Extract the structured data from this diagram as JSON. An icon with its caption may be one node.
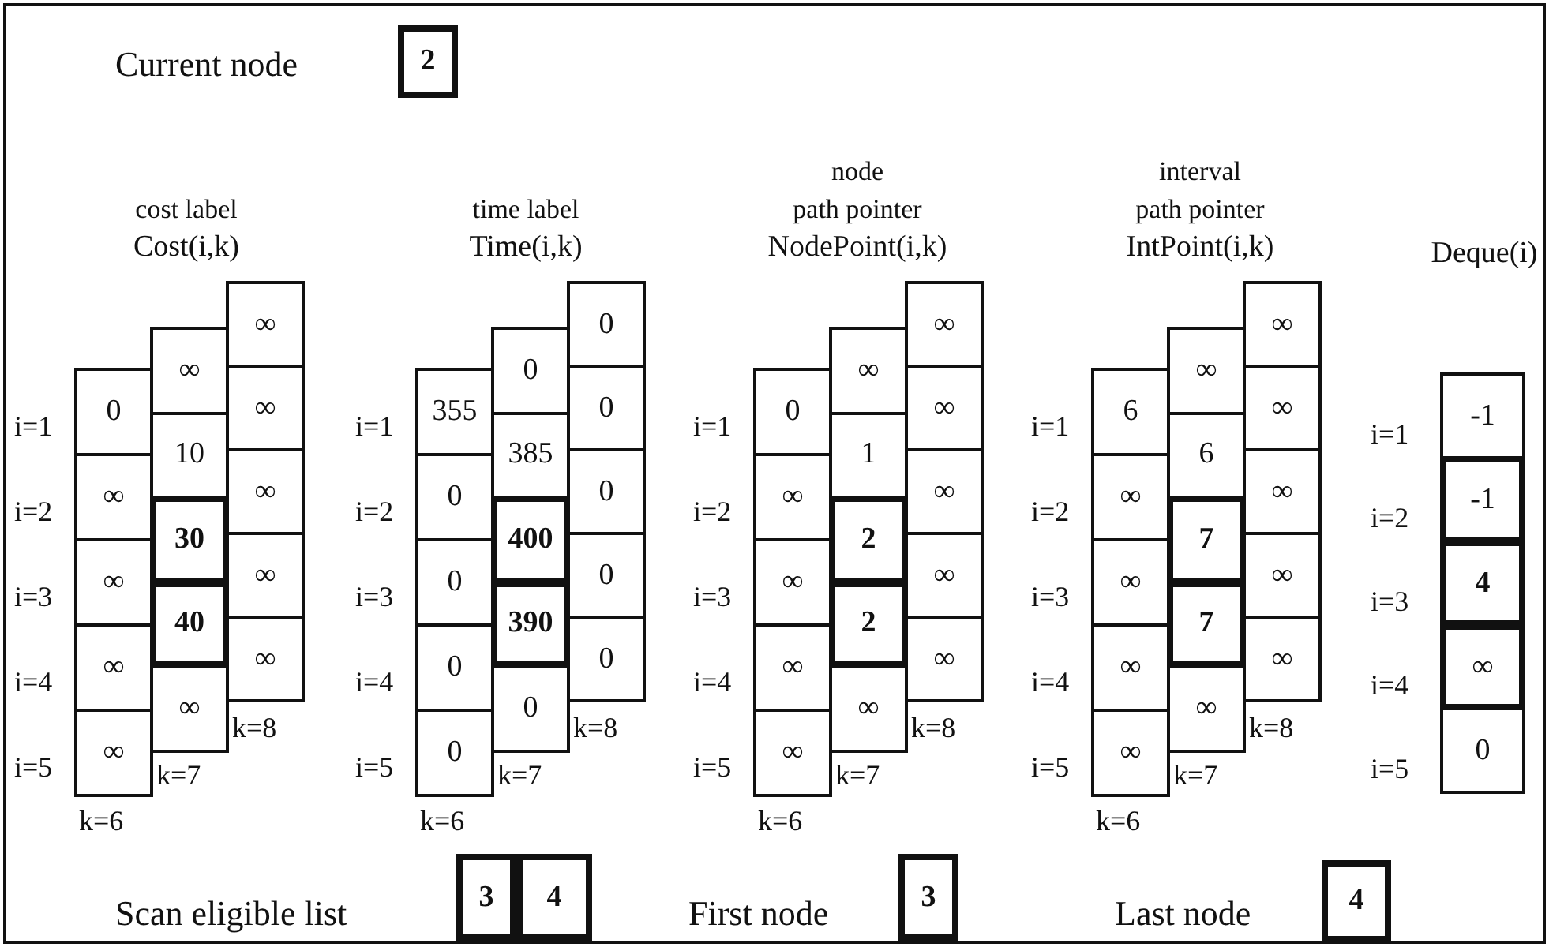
{
  "diagram": {
    "nodes": [
      {
        "text": [
          "2"
        ]
      },
      {
        "text": [
          "0"
        ]
      },
      {
        "text": [
          "∞"
        ]
      },
      {
        "text": [
          "∞"
        ]
      },
      {
        "text": [
          "∞"
        ]
      },
      {
        "text": [
          "∞"
        ]
      },
      {
        "text": [
          "∞"
        ]
      },
      {
        "text": [
          "10"
        ]
      },
      {
        "text": [
          "30"
        ]
      },
      {
        "text": [
          "40"
        ]
      },
      {
        "text": [
          "∞"
        ]
      },
      {
        "text": [
          "∞"
        ]
      },
      {
        "text": [
          "∞"
        ]
      },
      {
        "text": [
          "∞"
        ]
      },
      {
        "text": [
          "∞"
        ]
      },
      {
        "text": [
          "∞"
        ]
      },
      {
        "text": [
          "355"
        ]
      },
      {
        "text": [
          "0"
        ]
      },
      {
        "text": [
          "0"
        ]
      },
      {
        "text": [
          "0"
        ]
      },
      {
        "text": [
          "0"
        ]
      },
      {
        "text": [
          "0"
        ]
      },
      {
        "text": [
          "385"
        ]
      },
      {
        "text": [
          "400"
        ]
      },
      {
        "text": [
          "390"
        ]
      },
      {
        "text": [
          "0"
        ]
      },
      {
        "text": [
          "0"
        ]
      },
      {
        "text": [
          "0"
        ]
      },
      {
        "text": [
          "0"
        ]
      },
      {
        "text": [
          "0"
        ]
      },
      {
        "text": [
          "0"
        ]
      },
      {
        "text": [
          "0"
        ]
      },
      {
        "text": [
          "∞"
        ]
      },
      {
        "text": [
          "∞"
        ]
      },
      {
        "text": [
          "∞"
        ]
      },
      {
        "text": [
          "∞"
        ]
      },
      {
        "text": [
          "∞"
        ]
      },
      {
        "text": [
          "1"
        ]
      },
      {
        "text": [
          "2"
        ]
      },
      {
        "text": [
          "2"
        ]
      },
      {
        "text": [
          "∞"
        ]
      },
      {
        "text": [
          "∞"
        ]
      },
      {
        "text": [
          "∞"
        ]
      },
      {
        "text": [
          "∞"
        ]
      },
      {
        "text": [
          "∞"
        ]
      },
      {
        "text": [
          "∞"
        ]
      },
      {
        "text": [
          "6"
        ]
      },
      {
        "text": [
          "∞"
        ]
      },
      {
        "text": [
          "∞"
        ]
      },
      {
        "text": [
          "∞"
        ]
      },
      {
        "text": [
          "∞"
        ]
      },
      {
        "text": [
          "∞"
        ]
      },
      {
        "text": [
          "6"
        ]
      },
      {
        "text": [
          "7"
        ]
      },
      {
        "text": [
          "7"
        ]
      },
      {
        "text": [
          "∞"
        ]
      },
      {
        "text": [
          "∞"
        ]
      },
      {
        "text": [
          "∞"
        ]
      },
      {
        "text": [
          "∞"
        ]
      },
      {
        "text": [
          "∞"
        ]
      },
      {
        "text": [
          "∞"
        ]
      },
      {
        "text": [
          "-1"
        ]
      },
      {
        "text": [
          "-1"
        ]
      },
      {
        "text": [
          "4"
        ]
      },
      {
        "text": [
          "∞"
        ]
      },
      {
        "text": [
          "0"
        ]
      },
      {
        "text": [
          "3"
        ]
      },
      {
        "text": [
          "4"
        ]
      },
      {
        "text": [
          "3"
        ]
      },
      {
        "text": [
          "4"
        ]
      }
    ],
    "labels": [
      "Current node",
      "cost label",
      "Cost(i,k)",
      "time label",
      "Time(i,k)",
      "node",
      "path pointer",
      "NodePoint(i,k)",
      "interval",
      "path pointer",
      "IntPoint(i,k)",
      "Deque(i)",
      "i=1",
      "i=2",
      "i=3",
      "i=4",
      "i=5",
      "k=6",
      "k=7",
      "k=8",
      "i=1",
      "i=2",
      "i=3",
      "i=4",
      "i=5",
      "k=6",
      "k=7",
      "k=8",
      "i=1",
      "i=2",
      "i=3",
      "i=4",
      "i=5",
      "k=6",
      "k=7",
      "k=8",
      "i=1",
      "i=2",
      "i=3",
      "i=4",
      "i=5",
      "k=6",
      "k=7",
      "k=8",
      "i=1",
      "i=2",
      "i=3",
      "i=4",
      "i=5",
      "Scan eligible list",
      "First node",
      "Last node"
    ]
  }
}
